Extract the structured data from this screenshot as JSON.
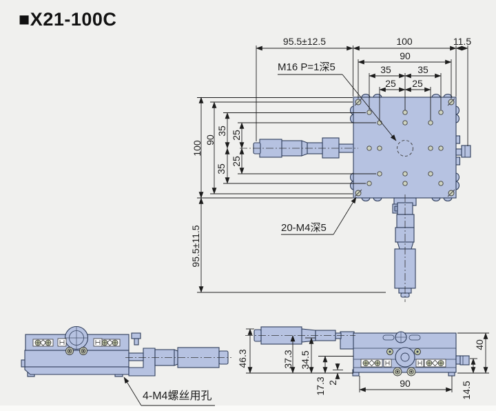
{
  "title": "■X21-100C",
  "colors": {
    "background": "#f0f0ee",
    "body_fill": "#b6c2e1",
    "body_outline": "#2e3c59",
    "dimension_line": "#1c1c1c",
    "hole_fill": "#ced3bf",
    "screw_fill": "#c2c9a8"
  },
  "top_view": {
    "travel_w": "95.5±12.5",
    "w100": "100",
    "knob": "11.5",
    "w90": "90",
    "w35l": "35",
    "w35r": "35",
    "w25l": "25",
    "w25r": "25",
    "h100": "100",
    "h90": "90",
    "h35t": "35",
    "h25t": "25",
    "h25b": "25",
    "h35b": "35",
    "travel_h": "95.5±11.5",
    "center_hole_label": "M16 P=1深5",
    "grid_holes_label": "20-M4深5"
  },
  "front_view": {
    "base_holes_label": "4-M4螺丝用孔"
  },
  "side_view": {
    "total_height": "46.3",
    "axis_height": "37.3",
    "spindle_height": "34.5",
    "table_height": "17.3",
    "base_gap": "2",
    "base_width": "90",
    "knob_offset": "14.5",
    "body_height": "40"
  }
}
